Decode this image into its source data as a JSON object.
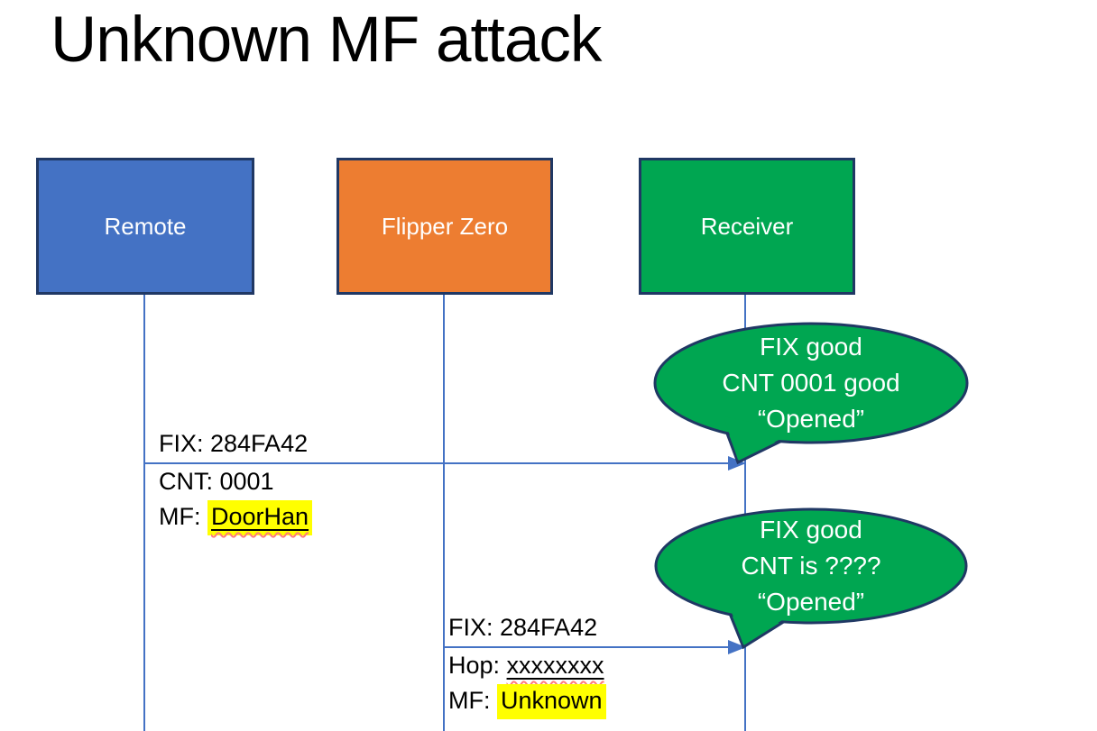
{
  "title": "Unknown MF attack",
  "actors": {
    "remote": {
      "label": "Remote",
      "fill": "#4472C4"
    },
    "flipper": {
      "label": "Flipper Zero",
      "fill": "#ED7D31"
    },
    "receiver": {
      "label": "Receiver",
      "fill": "#00A651"
    }
  },
  "messages": {
    "msg1": {
      "from": "Remote",
      "to": "Receiver",
      "line1": "FIX: 284FA42",
      "line2": "CNT: 0001",
      "line3_prefix": "MF: ",
      "line3_value": "DoorHan"
    },
    "msg2": {
      "from": "Flipper Zero",
      "to": "Receiver",
      "line1": "FIX: 284FA42",
      "line2_prefix": "Hop: ",
      "line2_value": "xxxxxxxx",
      "line3_prefix": "MF: ",
      "line3_value": "Unknown"
    }
  },
  "callouts": {
    "bubble1": {
      "line1": "FIX good",
      "line2": "CNT 0001 good",
      "line3": "“Opened”"
    },
    "bubble2": {
      "line1": "FIX good",
      "line2": "CNT is ????",
      "line3": "“Opened”"
    }
  },
  "colors": {
    "remote_fill": "#4472C4",
    "flipper_fill": "#ED7D31",
    "receiver_fill": "#00A651",
    "shape_outline": "#203864",
    "connector": "#4472C4",
    "highlight": "#FFFF00",
    "spellcheck_squiggle": "#FF7B7B",
    "text_dark": "#000000",
    "text_light": "#FFFFFF"
  }
}
